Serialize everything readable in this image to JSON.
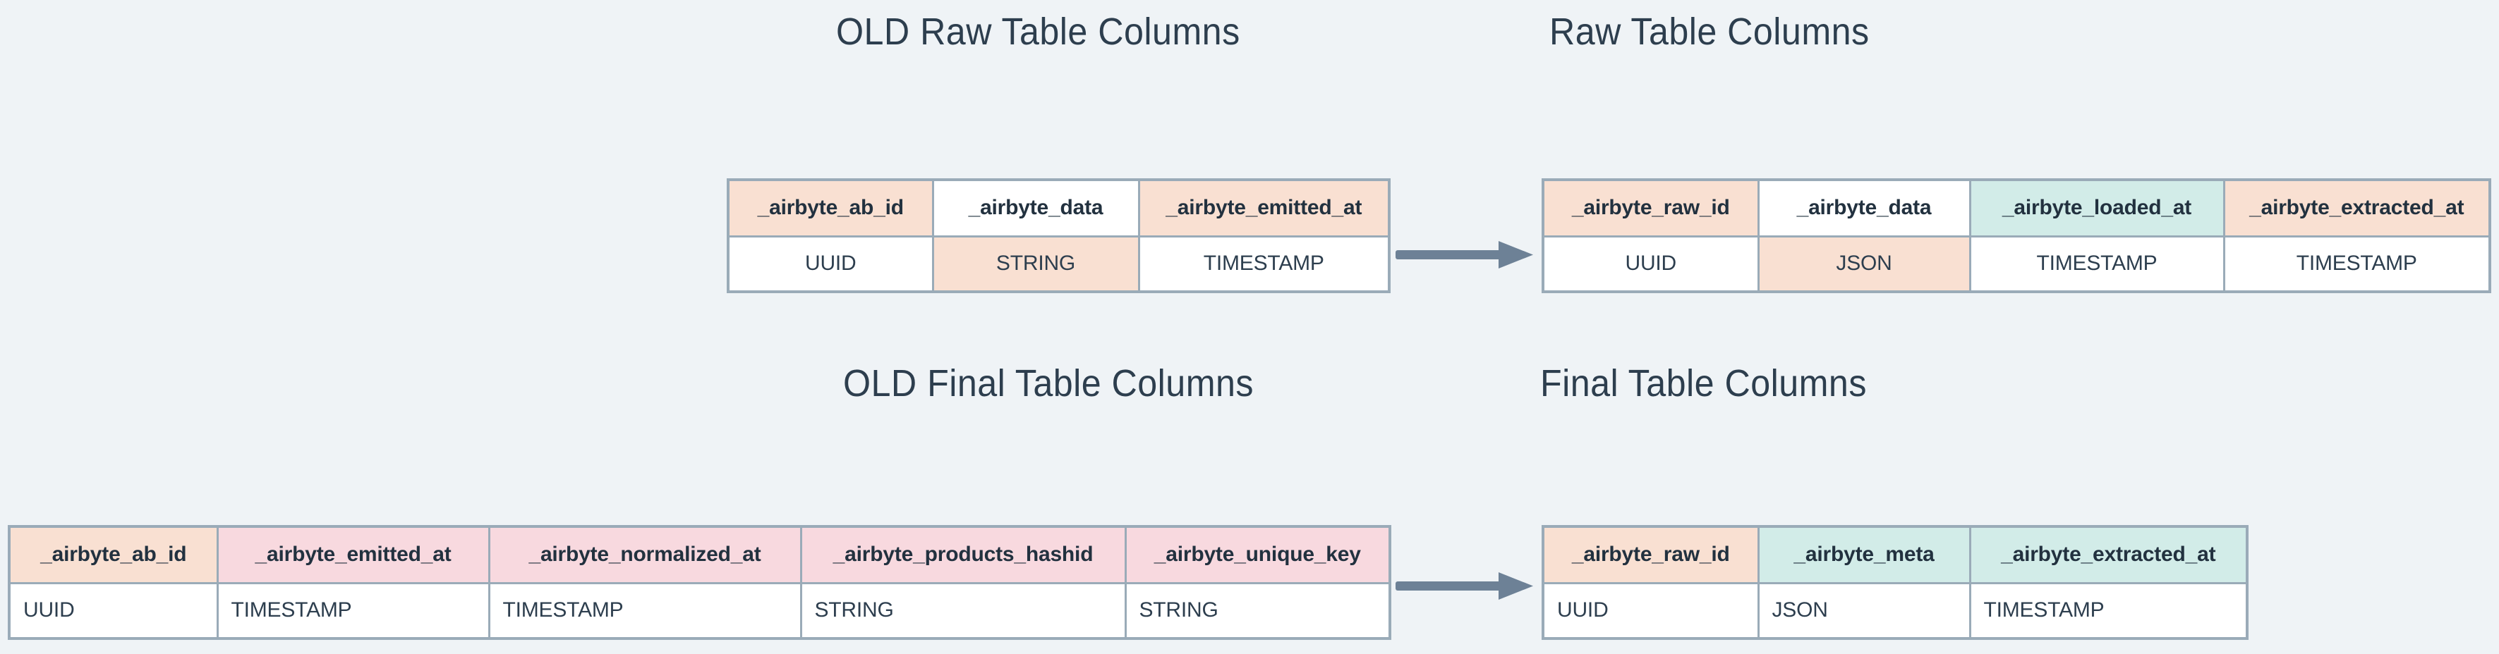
{
  "background_color": "#eff3f6",
  "border_color": "#9aabb8",
  "palette": {
    "peach": "#f9e0d2",
    "teal": "#d2ece8",
    "pink": "#f8d9df",
    "white": "#ffffff",
    "arrow": "#6d8196",
    "title_text": "#2d3e4e",
    "header_text": "#22313f"
  },
  "titles": {
    "old_raw": "OLD Raw Table Columns",
    "new_raw": "Raw Table Columns",
    "old_final": "OLD Final Table Columns",
    "new_final": "Final Table Columns"
  },
  "arrows": {
    "raw_arrow_name": "raw-transition-arrow",
    "final_arrow_name": "final-transition-arrow"
  },
  "tables": {
    "old_raw": {
      "headers": [
        "_airbyte_ab_id",
        "_airbyte_data",
        "_airbyte_emitted_at"
      ],
      "header_fills": [
        "peach",
        "white",
        "peach"
      ],
      "types": [
        "UUID",
        "STRING",
        "TIMESTAMP"
      ],
      "type_fills": [
        "white",
        "peach",
        "white"
      ]
    },
    "new_raw": {
      "headers": [
        "_airbyte_raw_id",
        "_airbyte_data",
        "_airbyte_loaded_at",
        "_airbyte_extracted_at"
      ],
      "header_fills": [
        "peach",
        "white",
        "teal",
        "peach"
      ],
      "types": [
        "UUID",
        "JSON",
        "TIMESTAMP",
        "TIMESTAMP"
      ],
      "type_fills": [
        "white",
        "peach",
        "white",
        "white"
      ]
    },
    "old_final": {
      "headers": [
        "_airbyte_ab_id",
        "_airbyte_emitted_at",
        "_airbyte_normalized_at",
        "_airbyte_products_hashid",
        "_airbyte_unique_key"
      ],
      "header_fills": [
        "peach",
        "pink",
        "pink",
        "pink",
        "pink"
      ],
      "types": [
        "UUID",
        "TIMESTAMP",
        "TIMESTAMP",
        "STRING",
        "STRING"
      ],
      "type_fills": [
        "white",
        "white",
        "white",
        "white",
        "white"
      ]
    },
    "new_final": {
      "headers": [
        "_airbyte_raw_id",
        "_airbyte_meta",
        "_airbyte_extracted_at"
      ],
      "header_fills": [
        "peach",
        "teal",
        "teal"
      ],
      "types": [
        "UUID",
        "JSON",
        "TIMESTAMP"
      ],
      "type_fills": [
        "white",
        "white",
        "white"
      ]
    }
  }
}
